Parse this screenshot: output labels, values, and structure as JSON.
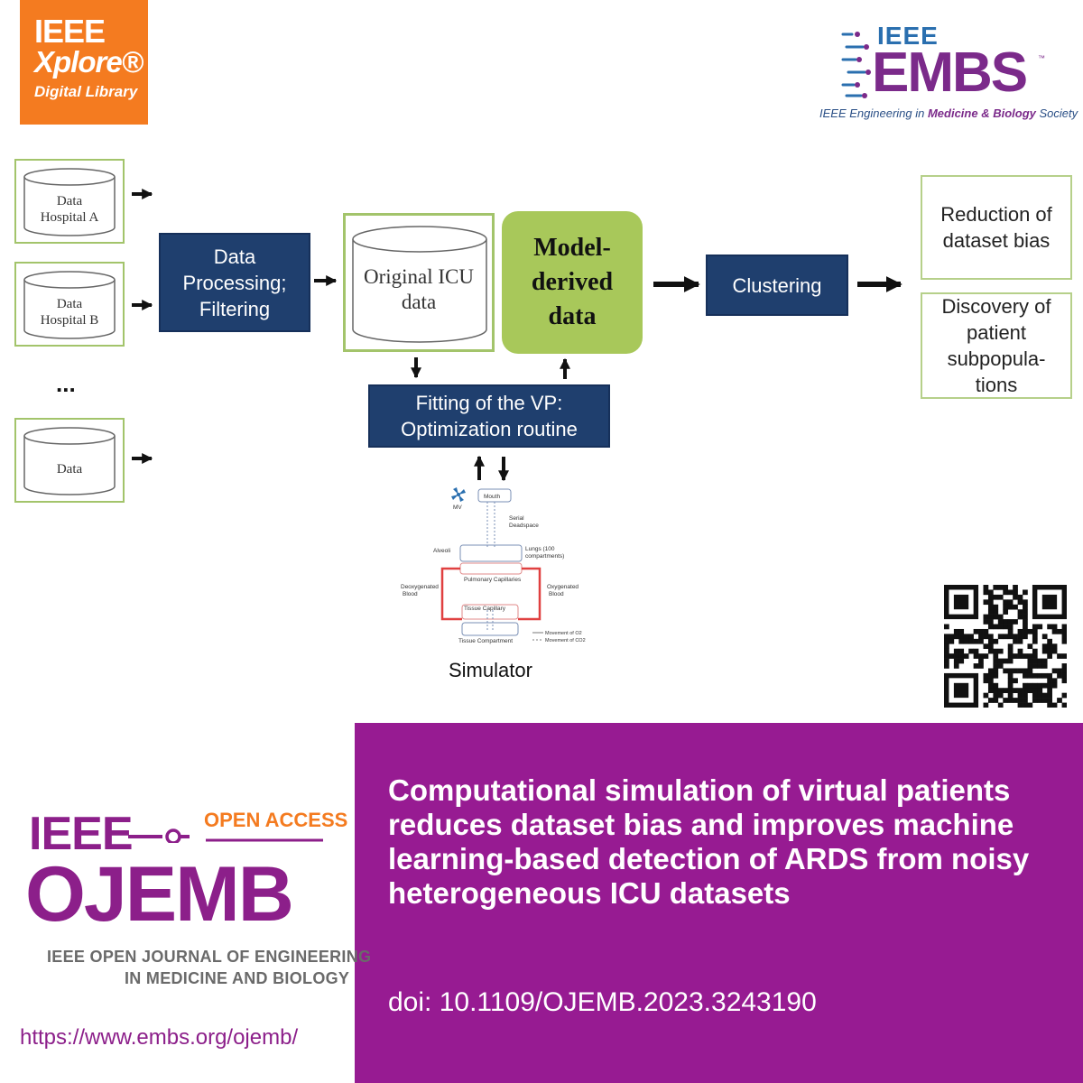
{
  "logos": {
    "xplore": {
      "line1": "IEEE",
      "line2": "Xplore®",
      "line3": "Digital Library"
    },
    "embs": {
      "ieee": "IEEE",
      "name": "EMBS",
      "tm": "™",
      "tagline_part1": "IEEE Engineering in ",
      "tagline_bold": "Medicine & Biology",
      "tagline_part2": " Society"
    },
    "ojemb": {
      "ieee": "IEEE",
      "open_access": "OPEN ACCESS",
      "name": "OJEMB",
      "sub_line1": "IEEE OPEN JOURNAL OF ENGINEERING",
      "sub_line2": "IN MEDICINE AND BIOLOGY"
    }
  },
  "diagram": {
    "sources": [
      {
        "line1": "Data",
        "line2": "Hospital A"
      },
      {
        "line1": "Data",
        "line2": "Hospital B"
      },
      {
        "line1": "Data",
        "line2": ""
      }
    ],
    "ellipsis": "...",
    "processing": [
      "Data",
      "Processing;",
      "Filtering"
    ],
    "original": [
      "Original ICU",
      "data"
    ],
    "model_derived": [
      "Model-",
      "derived",
      "data"
    ],
    "clustering": "Clustering",
    "fitting": [
      "Fitting of the VP:",
      "Optimization routine"
    ],
    "outcome1": [
      "Reduction of",
      "dataset bias"
    ],
    "outcome2": [
      "Discovery of",
      "patient",
      "subpopula-",
      "tions"
    ],
    "simulator": {
      "label": "Simulator",
      "mv": "MV",
      "mouth": "Mouth",
      "serial1": "Serial",
      "serial2": "Deadspace",
      "alveoli": "Alveoli",
      "lungs1": "Lungs (100",
      "lungs2": "compartments)",
      "pulmonary": "Pulmonary Capillaries",
      "deoxy1": "Deoxygenated",
      "deoxy2": "Blood",
      "oxy1": "Oxygenated",
      "oxy2": "Blood",
      "tissue_cap": "Tissue Capillary",
      "tissue_comp": "Tissue Compartment",
      "move_o2": "Movement of O2",
      "move_co2": "Movement of CO2"
    }
  },
  "article": {
    "title": "Computational simulation of virtual patients reduces dataset bias and improves machine learning-based detection of ARDS from noisy heterogeneous ICU datasets",
    "doi": "doi: 10.1109/OJEMB.2023.3243190",
    "url": "https://www.embs.org/ojemb/"
  },
  "colors": {
    "purple": "#971b92",
    "orange": "#f47b20",
    "navy": "#1f3f6e",
    "green": "#a3c46b",
    "model_green": "#a8c85a"
  }
}
